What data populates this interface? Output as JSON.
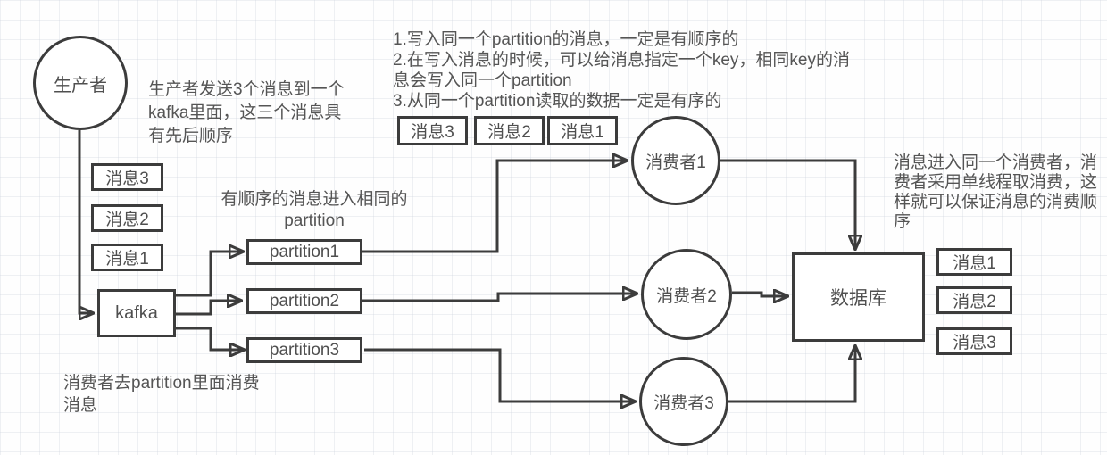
{
  "notes": {
    "producer_note": "生产者发送3个消息到一个\nkafka里面，这三个消息具\n有先后顺序",
    "ordering_rules": "1.写入同一个partition的消息，一定是有顺序的\n2.在写入消息的时候，可以给消息指定一个key，相同key的消\n息会写入同一个partition\n3.从同一个partition读取的数据一定是有序的",
    "partition_note": "有顺序的消息进入相同的\npartition",
    "consume_note": "消费者去partition里面消费\n消息",
    "consumer_order_note": "消息进入同一个消费者，消\n费者采用单线程取消费，这\n样就可以保证消息的消费顺\n序"
  },
  "nodes": {
    "producer": "生产者",
    "kafka": "kafka",
    "database": "数据库",
    "consumers": [
      "消费者1",
      "消费者2",
      "消费者3"
    ],
    "partitions": [
      "partition1",
      "partition2",
      "partition3"
    ]
  },
  "messages": {
    "producer_stack": [
      "消息3",
      "消息2",
      "消息1"
    ],
    "inflight_row": [
      "消息3",
      "消息2",
      "消息1"
    ],
    "database_stack": [
      "消息1",
      "消息2",
      "消息3"
    ]
  },
  "colors": {
    "stroke": "#3c3c3c",
    "text": "#555555",
    "background": "#fefefe",
    "grid": "#d2d6dc"
  }
}
